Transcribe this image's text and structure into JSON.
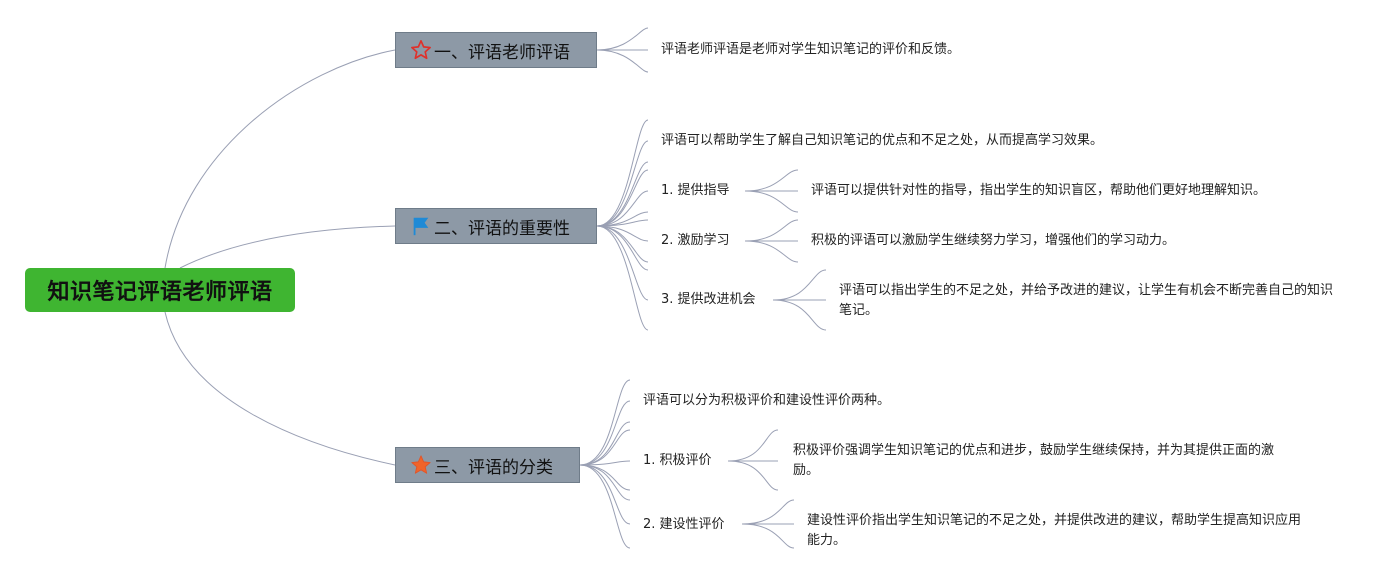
{
  "root": {
    "label": "知识笔记评语老师评语"
  },
  "branches": [
    {
      "icon": "outline-star-icon",
      "label": "一、评语老师评语",
      "children": [
        {
          "text": "评语老师评语是老师对学生知识笔记的评价和反馈。"
        }
      ]
    },
    {
      "icon": "blue-flag-icon",
      "label": "二、评语的重要性",
      "children": [
        {
          "text": "评语可以帮助学生了解自己知识笔记的优点和不足之处，从而提高学习效果。"
        },
        {
          "text": "1. 提供指导",
          "detail": "评语可以提供针对性的指导，指出学生的知识盲区，帮助他们更好地理解知识。"
        },
        {
          "text": "2. 激励学习",
          "detail": "积极的评语可以激励学生继续努力学习，增强他们的学习动力。"
        },
        {
          "text": "3. 提供改进机会",
          "detail": "评语可以指出学生的不足之处，并给予改进的建议，让学生有机会不断完善自己的知识笔记。"
        }
      ]
    },
    {
      "icon": "orange-star-icon",
      "label": "三、评语的分类",
      "children": [
        {
          "text": "评语可以分为积极评价和建设性评价两种。"
        },
        {
          "text": "1. 积极评价",
          "detail": "积极评价强调学生知识笔记的优点和进步，鼓励学生继续保持，并为其提供正面的激励。"
        },
        {
          "text": "2. 建设性评价",
          "detail": "建设性评价指出学生知识笔记的不足之处，并提供改进的建议，帮助学生提高知识应用能力。"
        }
      ]
    }
  ],
  "colors": {
    "root_fill": "#3fb531",
    "branch_fill": "#8d99a6",
    "connector": "#9aa0b4",
    "outline_star": "#e0302a",
    "flag": "#1f8ad6",
    "orange_star": "#f0642a"
  }
}
